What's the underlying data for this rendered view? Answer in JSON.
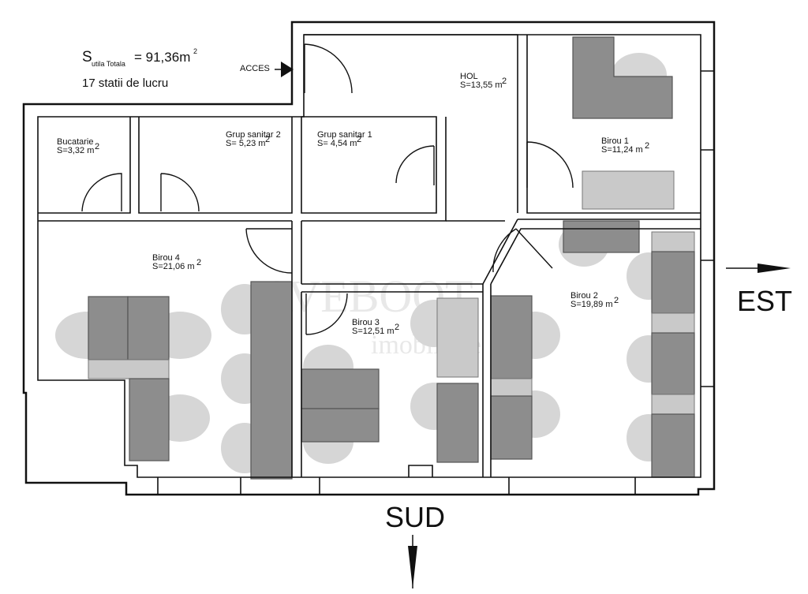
{
  "header": {
    "area_symbol": "S",
    "area_subscript": "utila Totala",
    "area_value": "= 91,36m",
    "area_sup": "2",
    "stations": "17 statii de lucru"
  },
  "access_label": "ACCES",
  "rooms": [
    {
      "id": "hol",
      "name": "HOL",
      "area": "S=13,55 m",
      "sup": "2"
    },
    {
      "id": "birou1",
      "name": "Birou 1",
      "area": "S=11,24 m",
      "sup": "2"
    },
    {
      "id": "bucatarie",
      "name": "Bucatarie",
      "area": "S=3,32 m",
      "sup": "2"
    },
    {
      "id": "gs2",
      "name": "Grup sanitar 2",
      "area": "S= 5,23 m",
      "sup": "2"
    },
    {
      "id": "gs1",
      "name": "Grup sanitar 1",
      "area": "S= 4,54 m",
      "sup": "2"
    },
    {
      "id": "birou4",
      "name": "Birou 4",
      "area": "S=21,06 m",
      "sup": "2"
    },
    {
      "id": "birou3",
      "name": "Birou 3",
      "area": "S=12,51 m",
      "sup": "2"
    },
    {
      "id": "birou2",
      "name": "Birou 2",
      "area": "S=19,89 m",
      "sup": "2"
    }
  ],
  "compass": {
    "east": "EST",
    "south": "SUD"
  },
  "watermark": {
    "top": "AVEBOOT",
    "bottom": "imobiliare"
  }
}
